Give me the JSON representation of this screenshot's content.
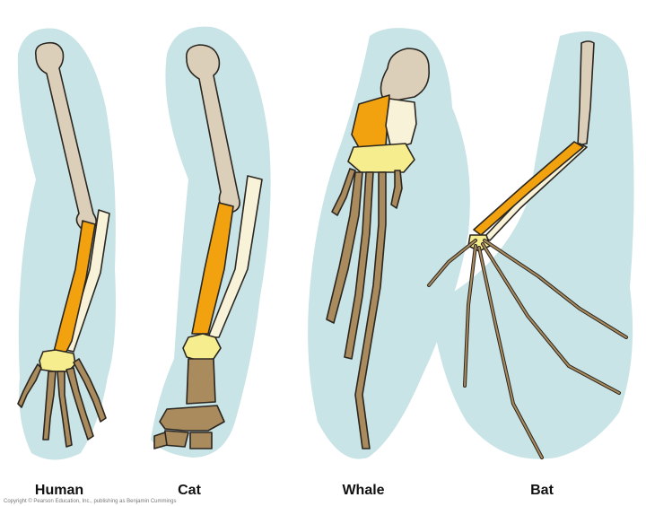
{
  "labels": {
    "human": "Human",
    "cat": "Cat",
    "whale": "Whale",
    "bat": "Bat"
  },
  "credit": "Copyright © Pearson Education, Inc., publishing as Benjamin Cummings",
  "colors": {
    "background_shape": "#c9e4e6",
    "humerus": "#dccfba",
    "radius": "#f2a20f",
    "ulna": "#f7f2d8",
    "carpals": "#f6ed8e",
    "digits": "#a98b5e",
    "outline": "#2b2620"
  }
}
